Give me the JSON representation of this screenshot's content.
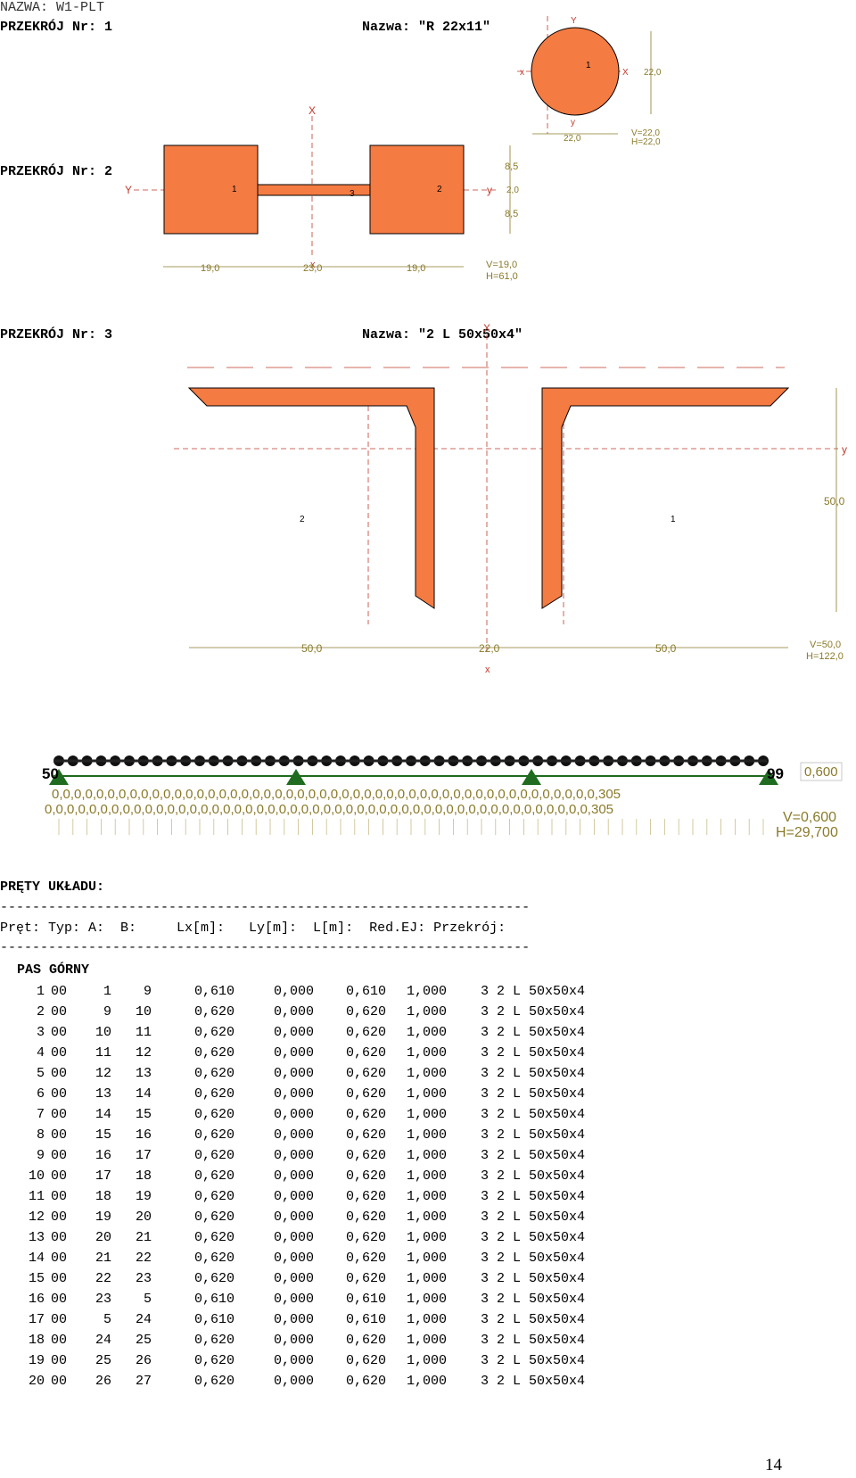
{
  "header": {
    "name_line": "NAZWA: W1-PLT",
    "section1_label": "PRZEKRÓJ Nr: 1",
    "section1_name": "Nazwa: \"R 22x11\"",
    "section2_label": "PRZEKRÓJ Nr: 2",
    "section3_label": "PRZEKRÓJ Nr: 3",
    "section3_name": "Nazwa: \"2 L 50x50x4\""
  },
  "section1": {
    "axis_Y": "Y",
    "axis_y": "y",
    "axis_x": "x",
    "axis_X": "X",
    "part": "1",
    "dim_right": "22,0",
    "dim_bottom": "22,0",
    "v": "V=22,0",
    "h": "H=22,0"
  },
  "section2": {
    "axis_X": "X",
    "axis_x": "x",
    "axis_Y": "Y",
    "axis_y": "y",
    "parts": [
      "1",
      "3",
      "2"
    ],
    "dims_bottom": [
      "19,0",
      "23,0",
      "19,0"
    ],
    "dims_right": [
      "8,5",
      "2,0",
      "8,5"
    ],
    "v": "V=19,0",
    "h": "H=61,0"
  },
  "section3": {
    "axis_X": "X",
    "axis_x": "x",
    "axis_y": "y",
    "parts": [
      "2",
      "1"
    ],
    "dim_right": "50,0",
    "dims_bottom": [
      "50,0",
      "22,0",
      "50,0"
    ],
    "v": "V=50,0",
    "h": "H=122,0"
  },
  "truss": {
    "top_label": "0,600",
    "row1_prefix": "0,",
    "row1_end": "0,305",
    "row2_prefix": "0,",
    "row2_end": "0,305",
    "v": "V=0,600",
    "h": "H=29,700",
    "left_node": "50",
    "right_node": "99"
  },
  "members": {
    "title": "PRĘTY UKŁADU:",
    "separator": "------------------------------------------------------------------",
    "header": "Pręt: Typ: A:  B:     Lx[m]:   Ly[m]:  L[m]:  Red.EJ: Przekrój:",
    "group": "PAS GÓRNY",
    "rows": [
      [
        "1",
        "00",
        "1",
        "9",
        "0,610",
        "0,000",
        "0,610",
        "1,000",
        "3 2 L 50x50x4"
      ],
      [
        "2",
        "00",
        "9",
        "10",
        "0,620",
        "0,000",
        "0,620",
        "1,000",
        "3 2 L 50x50x4"
      ],
      [
        "3",
        "00",
        "10",
        "11",
        "0,620",
        "0,000",
        "0,620",
        "1,000",
        "3 2 L 50x50x4"
      ],
      [
        "4",
        "00",
        "11",
        "12",
        "0,620",
        "0,000",
        "0,620",
        "1,000",
        "3 2 L 50x50x4"
      ],
      [
        "5",
        "00",
        "12",
        "13",
        "0,620",
        "0,000",
        "0,620",
        "1,000",
        "3 2 L 50x50x4"
      ],
      [
        "6",
        "00",
        "13",
        "14",
        "0,620",
        "0,000",
        "0,620",
        "1,000",
        "3 2 L 50x50x4"
      ],
      [
        "7",
        "00",
        "14",
        "15",
        "0,620",
        "0,000",
        "0,620",
        "1,000",
        "3 2 L 50x50x4"
      ],
      [
        "8",
        "00",
        "15",
        "16",
        "0,620",
        "0,000",
        "0,620",
        "1,000",
        "3 2 L 50x50x4"
      ],
      [
        "9",
        "00",
        "16",
        "17",
        "0,620",
        "0,000",
        "0,620",
        "1,000",
        "3 2 L 50x50x4"
      ],
      [
        "10",
        "00",
        "17",
        "18",
        "0,620",
        "0,000",
        "0,620",
        "1,000",
        "3 2 L 50x50x4"
      ],
      [
        "11",
        "00",
        "18",
        "19",
        "0,620",
        "0,000",
        "0,620",
        "1,000",
        "3 2 L 50x50x4"
      ],
      [
        "12",
        "00",
        "19",
        "20",
        "0,620",
        "0,000",
        "0,620",
        "1,000",
        "3 2 L 50x50x4"
      ],
      [
        "13",
        "00",
        "20",
        "21",
        "0,620",
        "0,000",
        "0,620",
        "1,000",
        "3 2 L 50x50x4"
      ],
      [
        "14",
        "00",
        "21",
        "22",
        "0,620",
        "0,000",
        "0,620",
        "1,000",
        "3 2 L 50x50x4"
      ],
      [
        "15",
        "00",
        "22",
        "23",
        "0,620",
        "0,000",
        "0,620",
        "1,000",
        "3 2 L 50x50x4"
      ],
      [
        "16",
        "00",
        "23",
        "5",
        "0,610",
        "0,000",
        "0,610",
        "1,000",
        "3 2 L 50x50x4"
      ],
      [
        "17",
        "00",
        "5",
        "24",
        "0,610",
        "0,000",
        "0,610",
        "1,000",
        "3 2 L 50x50x4"
      ],
      [
        "18",
        "00",
        "24",
        "25",
        "0,620",
        "0,000",
        "0,620",
        "1,000",
        "3 2 L 50x50x4"
      ],
      [
        "19",
        "00",
        "25",
        "26",
        "0,620",
        "0,000",
        "0,620",
        "1,000",
        "3 2 L 50x50x4"
      ],
      [
        "20",
        "00",
        "26",
        "27",
        "0,620",
        "0,000",
        "0,620",
        "1,000",
        "3 2 L 50x50x4"
      ]
    ]
  },
  "page_number": "14",
  "colors": {
    "fill": "#f47b42",
    "dim": "#8a7a2a",
    "axis": "#c0392b",
    "support": "#1f6b1f"
  }
}
